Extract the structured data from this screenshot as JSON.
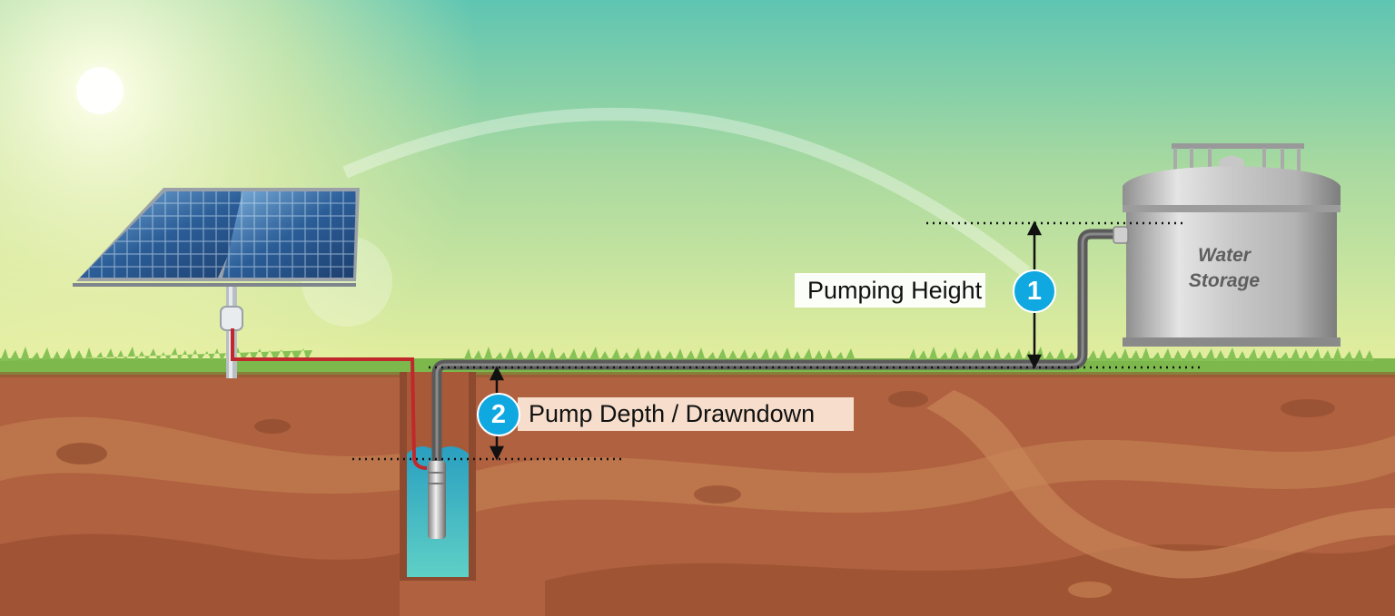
{
  "labels": {
    "pumping_height": "Pumping Height",
    "pump_depth": "Pump Depth / Drawndown",
    "badge_1": "1",
    "badge_2": "2",
    "tank_line1": "Water",
    "tank_line2": "Storage"
  },
  "colors": {
    "sky_top": "#5cc4b0",
    "sky_bottom": "#e8f0a8",
    "grass": "#7bb84a",
    "soil": "#b0603e",
    "soil_dark": "#8e4a2e",
    "soil_light": "#c07a50",
    "water": "#3fb7c6",
    "pipe": "#5a5a5a",
    "cable": "#c0282c",
    "badge": "#0fa8e0",
    "tank": "#b8b8b8"
  },
  "icons": [
    "solar-panel",
    "submersible-pump",
    "water-tank",
    "sun"
  ]
}
